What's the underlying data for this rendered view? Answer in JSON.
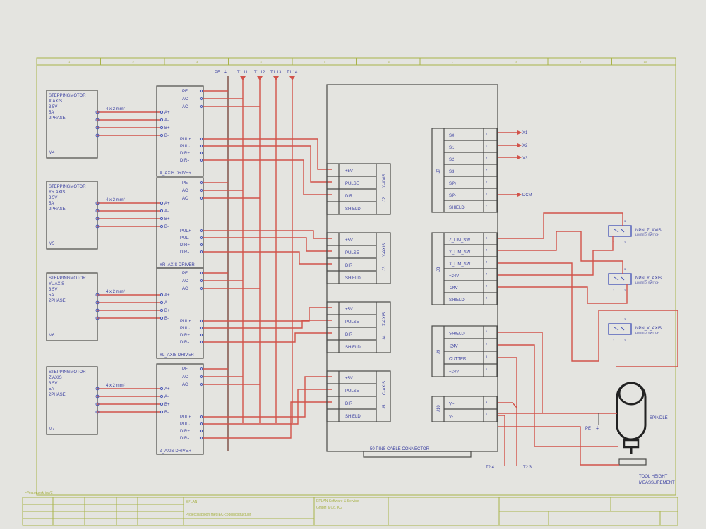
{
  "sheet": {
    "column_markers": [
      "1",
      "2",
      "3",
      "4",
      "5",
      "6",
      "7",
      "8",
      "9",
      "10"
    ],
    "page_ref": "=Verzorgerkring/2"
  },
  "top_terminals": {
    "pe": "PE",
    "terminals": [
      "T1.11",
      "T1.12",
      "T1.13",
      "T1.14"
    ]
  },
  "motors": [
    {
      "title": "STEPPINGMOTOR",
      "axis": "X AXIS",
      "voltage": "3.5V",
      "current": "5A",
      "phase": "2PHASE",
      "id": "M4",
      "cable": "4 x 2 mm²"
    },
    {
      "title": "STEPPINGMOTOR",
      "axis": "YR AXIS",
      "voltage": "3.5V",
      "current": "5A",
      "phase": "2PHASE",
      "id": "M5",
      "cable": "4 x 2 mm²"
    },
    {
      "title": "STEPPINGMOTOR",
      "axis": "YL AXIS",
      "voltage": "3.5V",
      "current": "5A",
      "phase": "2PHASE",
      "id": "M6",
      "cable": "4 x 2 mm²"
    },
    {
      "title": "STEPPINGMOTOR",
      "axis": "Z AXIS",
      "voltage": "3.5V",
      "current": "5A",
      "phase": "2PHASE",
      "id": "M7",
      "cable": "4 x 2 mm²"
    }
  ],
  "drivers": [
    {
      "name": "X_AXIS DRIVER",
      "power_pins": [
        "PE",
        "AC",
        "AC"
      ],
      "motor_pins": [
        "A+",
        "A-",
        "B+",
        "B-"
      ],
      "signal_pins": [
        "PUL+",
        "PUL-",
        "DIR+",
        "DIR-"
      ]
    },
    {
      "name": "YR_AXIS DRIVER",
      "power_pins": [
        "PE",
        "AC",
        "AC"
      ],
      "motor_pins": [
        "A+",
        "A-",
        "B+",
        "B-"
      ],
      "signal_pins": [
        "PUL+",
        "PUL-",
        "DIR+",
        "DIR-"
      ]
    },
    {
      "name": "YL_AXIS DRIVER",
      "power_pins": [
        "PE",
        "AC",
        "AC"
      ],
      "motor_pins": [
        "A+",
        "A-",
        "B+",
        "B-"
      ],
      "signal_pins": [
        "PUL+",
        "PUL-",
        "DIR+",
        "DIR-"
      ]
    },
    {
      "name": "Z_AXIS DRIVER",
      "power_pins": [
        "PE",
        "AC",
        "AC"
      ],
      "motor_pins": [
        "A+",
        "A-",
        "B+",
        "B-"
      ],
      "signal_pins": [
        "PUL+",
        "PUL-",
        "DIR+",
        "DIR-"
      ]
    }
  ],
  "connector": {
    "label": "50 PINS CABLE CONNECTOR",
    "axis_blocks": [
      {
        "id": "J2",
        "axis": "X-AXIS",
        "pins": [
          "+5V",
          "PULSE",
          "DIR",
          "SHIELD"
        ]
      },
      {
        "id": "J3",
        "axis": "Y-AXIS",
        "pins": [
          "+5V",
          "PULSE",
          "DIR",
          "SHIELD"
        ]
      },
      {
        "id": "J4",
        "axis": "Z-AXIS",
        "pins": [
          "+5V",
          "PULSE",
          "DIR",
          "SHIELD"
        ]
      },
      {
        "id": "J5",
        "axis": "C-AXIS",
        "pins": [
          "+5V",
          "PULSE",
          "DIR",
          "SHIELD"
        ]
      }
    ],
    "j7": {
      "id": "J7",
      "pins": [
        "S0",
        "S1",
        "S2",
        "S3",
        "SP+",
        "SP-",
        "SHIELD"
      ],
      "nums": [
        "1",
        "2",
        "3",
        "4",
        "5",
        "6",
        "7"
      ]
    },
    "j8": {
      "id": "J8",
      "pins": [
        "Z_LIM_SW",
        "Y_LIM_SW",
        "X_LIM_SW",
        "+24V",
        "-24V",
        "SHIELD"
      ],
      "nums": [
        "1",
        "2",
        "3",
        "4",
        "5",
        "6"
      ]
    },
    "j9": {
      "id": "J9",
      "pins": [
        "SHIELD",
        "-24V",
        "CUTTER",
        "+24V"
      ],
      "nums": [
        "1",
        "2",
        "3",
        "4"
      ]
    },
    "j10": {
      "id": "J10",
      "pins": [
        "V+",
        "V-"
      ],
      "nums": [
        "1",
        "2"
      ]
    }
  },
  "outputs": {
    "x1": "X1",
    "x2": "X2",
    "x3": "X3",
    "dcm": "DCM",
    "t24": "T2.4",
    "t23": "T2.3"
  },
  "switches": [
    {
      "name": "NPN_Z_AXIS",
      "type": "LIMITED_SWITCH"
    },
    {
      "name": "NPN_Y_AXIS",
      "type": "LIMITED_SWITCH"
    },
    {
      "name": "NPN_X_AXIS",
      "type": "LIMITED_SWITCH"
    }
  ],
  "switch_pin_nums": [
    "3",
    "1",
    "2"
  ],
  "spindle": {
    "label": "SPINDLE",
    "pe": "PE"
  },
  "tool_height": {
    "line1": "TOOL HEIGHT",
    "line2": "MEASSUREMENT"
  },
  "title_block": {
    "company": "EPLAN",
    "project": "Projectsjabloon met IEC-codeingstructuur",
    "vendor_line1": "EPLAN Software & Service",
    "vendor_line2": "GmbH & Co. KG"
  }
}
